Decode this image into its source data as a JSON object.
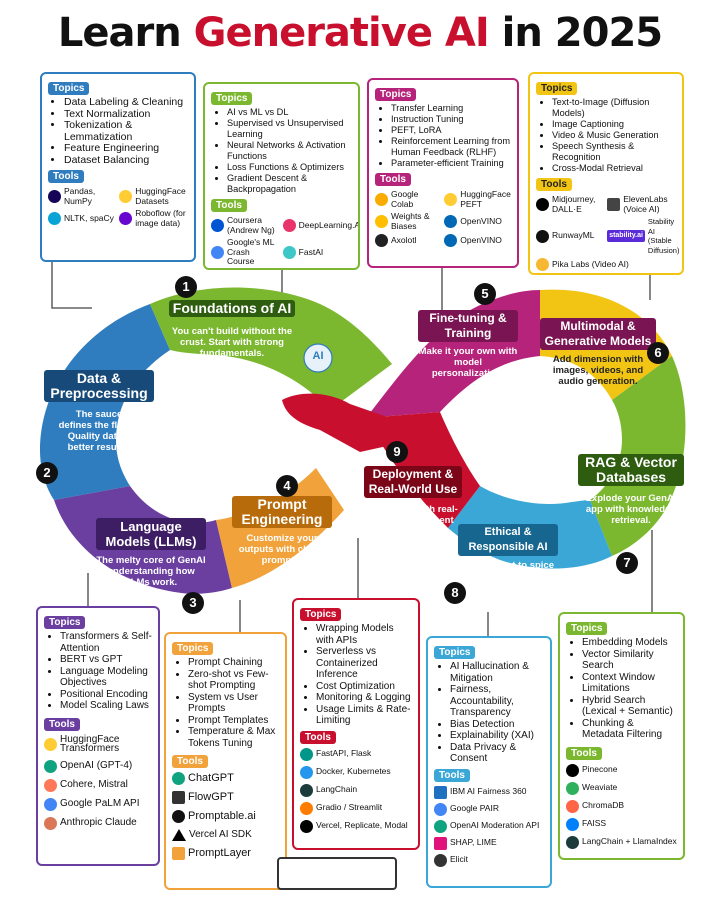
{
  "title": {
    "part1": "Learn ",
    "accent": "Generative AI",
    "part2": " in 2025"
  },
  "labels": {
    "topics": "Topics",
    "tools": "Tools"
  },
  "cards": {
    "data": {
      "topics": [
        "Data Labeling & Cleaning",
        "Text Normalization",
        "Tokenization & Lemmatization",
        "Feature Engineering",
        "Dataset Balancing"
      ],
      "tools": [
        "Pandas, NumPy",
        "HuggingFace Datasets",
        "NLTK, spaCy",
        "Roboflow (for image data)"
      ]
    },
    "foundations": {
      "topics": [
        "AI vs ML vs DL",
        "Supervised vs Unsupervised Learning",
        "Neural Networks & Activation Functions",
        "Loss Functions & Optimizers",
        "Gradient Descent & Backpropagation"
      ],
      "tools": [
        "Coursera (Andrew Ng)",
        "DeepLearning.AI",
        "Google's ML Crash Course",
        "FastAI"
      ]
    },
    "finetune": {
      "topics": [
        "Transfer Learning",
        "Instruction Tuning",
        "PEFT, LoRA",
        "Reinforcement Learning from Human Feedback (RLHF)",
        "Parameter-efficient Training"
      ],
      "tools": [
        "Google Colab",
        "HuggingFace PEFT",
        "Weights & Biases",
        "OpenVINO",
        "Axolotl",
        "OpenVINO"
      ]
    },
    "multimodal": {
      "topics": [
        "Text-to-Image (Diffusion Models)",
        "Image Captioning",
        "Video & Music Generation",
        "Speech Synthesis & Recognition",
        "Cross-Modal Retrieval"
      ],
      "tools": [
        "Midjourney, DALL·E",
        "ElevenLabs (Voice AI)",
        "RunwayML",
        "Stability AI (Stable Diffusion)",
        "Pika Labs (Video AI)"
      ],
      "stability_logo": "stability.ai"
    },
    "llms": {
      "topics": [
        "Transformers & Self-Attention",
        "BERT vs GPT",
        "Language Modeling Objectives",
        "Positional Encoding",
        "Model Scaling Laws"
      ],
      "tools": [
        "HuggingFace Transformers",
        "OpenAI (GPT-4)",
        "Cohere, Mistral",
        "Google PaLM API",
        "Anthropic Claude"
      ]
    },
    "prompt": {
      "topics": [
        "Prompt Chaining",
        "Zero-shot vs Few-shot Prompting",
        "System vs User Prompts",
        "Prompt Templates",
        "Temperature & Max Tokens Tuning"
      ],
      "tools": [
        "ChatGPT",
        "FlowGPT",
        "Promptable.ai",
        "Vercel AI SDK",
        "PromptLayer"
      ]
    },
    "deploy": {
      "topics": [
        "Wrapping Models with APIs",
        "Serverless vs Containerized Inference",
        "Cost Optimization",
        "Monitoring & Logging",
        "Usage Limits & Rate-Limiting"
      ],
      "tools": [
        "FastAPI, Flask",
        "Docker, Kubernetes",
        "LangChain",
        "Gradio / Streamlit",
        "Vercel, Replicate, Modal"
      ]
    },
    "ethical": {
      "topics": [
        "AI Hallucination & Mitigation",
        "Fairness, Accountability, Transparency",
        "Bias Detection",
        "Explainability (XAI)",
        "Data Privacy & Consent"
      ],
      "tools": [
        "IBM AI Fairness 360",
        "Google PAIR",
        "OpenAI Moderation API",
        "SHAP, LIME",
        "Elicit"
      ]
    },
    "rag": {
      "topics": [
        "Embedding Models",
        "Vector Similarity Search",
        "Context Window Limitations",
        "Hybrid Search (Lexical + Semantic)",
        "Chunking & Metadata Filtering"
      ],
      "tools": [
        "Pinecone",
        "Weaviate",
        "ChromaDB",
        "FAISS",
        "LangChain + LlamaIndex"
      ]
    }
  },
  "segments": {
    "s1": {
      "num": "1",
      "title": "Foundations of AI",
      "desc": "You can't build without the crust. Start with strong fundamentals."
    },
    "s2": {
      "num": "2",
      "title": "Data & Preprocessing",
      "desc": "The sauce defines the flavor. Quality data = better results."
    },
    "s3": {
      "num": "3",
      "title": "Language Models (LLMs)",
      "desc": "The melty core of GenAI understanding how LLMs work."
    },
    "s4": {
      "num": "4",
      "title": "Prompt Engineering",
      "desc": "Customize your outputs with clever prompts."
    },
    "s5": {
      "num": "5",
      "title": "Fine-tuning & Training",
      "desc": "Make it your own with model personalization."
    },
    "s6": {
      "num": "6",
      "title": "Multimodal & Generative Models",
      "desc": "Add dimension with images, videos, and audio generation."
    },
    "s7": {
      "num": "7",
      "title": "RAG & Vector Databases",
      "desc": "Explode your GenAI app with knowledge retrieval."
    },
    "s8": {
      "num": "8",
      "title": "Ethical & Responsible AI",
      "desc": "Don't forget to spice things responsibly."
    },
    "s9": {
      "num": "9",
      "title": "Deployment & Real-World Use",
      "desc": "Wrap it all with real-world deployment skills."
    }
  },
  "center_badge": "AI",
  "colors": {
    "green": "#7cb82f",
    "blue": "#2f7dbf",
    "purple": "#6b3fa0",
    "orange": "#f2a23a",
    "magenta": "#b5247a",
    "yellow": "#f2c514",
    "teal": "#2ea37d",
    "lightblue": "#3aa7d6",
    "red": "#c8102e",
    "dark": "#222222"
  }
}
